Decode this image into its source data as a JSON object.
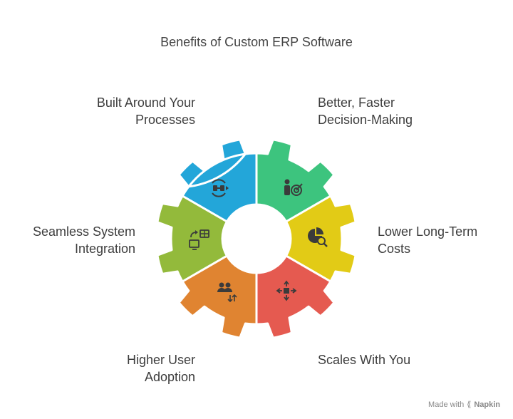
{
  "title": "Benefits of Custom ERP Software",
  "segments": [
    {
      "id": "processes",
      "lines": [
        "Built Around Your",
        "Processes"
      ],
      "color": "#23A6D9",
      "icon": "workflow-cycle-icon"
    },
    {
      "id": "decision",
      "lines": [
        "Better, Faster",
        "Decision-Making"
      ],
      "color": "#3DC47E",
      "icon": "person-target-icon"
    },
    {
      "id": "costs",
      "lines": [
        "Lower Long-Term",
        "Costs"
      ],
      "color": "#E2CB16",
      "icon": "chart-magnifier-icon"
    },
    {
      "id": "scales",
      "lines": [
        "Scales With You"
      ],
      "color": "#E55A50",
      "icon": "expand-arrows-icon"
    },
    {
      "id": "adoption",
      "lines": [
        "Higher User",
        "Adoption"
      ],
      "color": "#E08431",
      "icon": "users-sort-icon"
    },
    {
      "id": "integration",
      "lines": [
        "Seamless System",
        "Integration"
      ],
      "color": "#93BA3B",
      "icon": "monitor-sync-icon"
    }
  ],
  "footer": {
    "prefix": "Made with",
    "brand": "Napkin"
  }
}
